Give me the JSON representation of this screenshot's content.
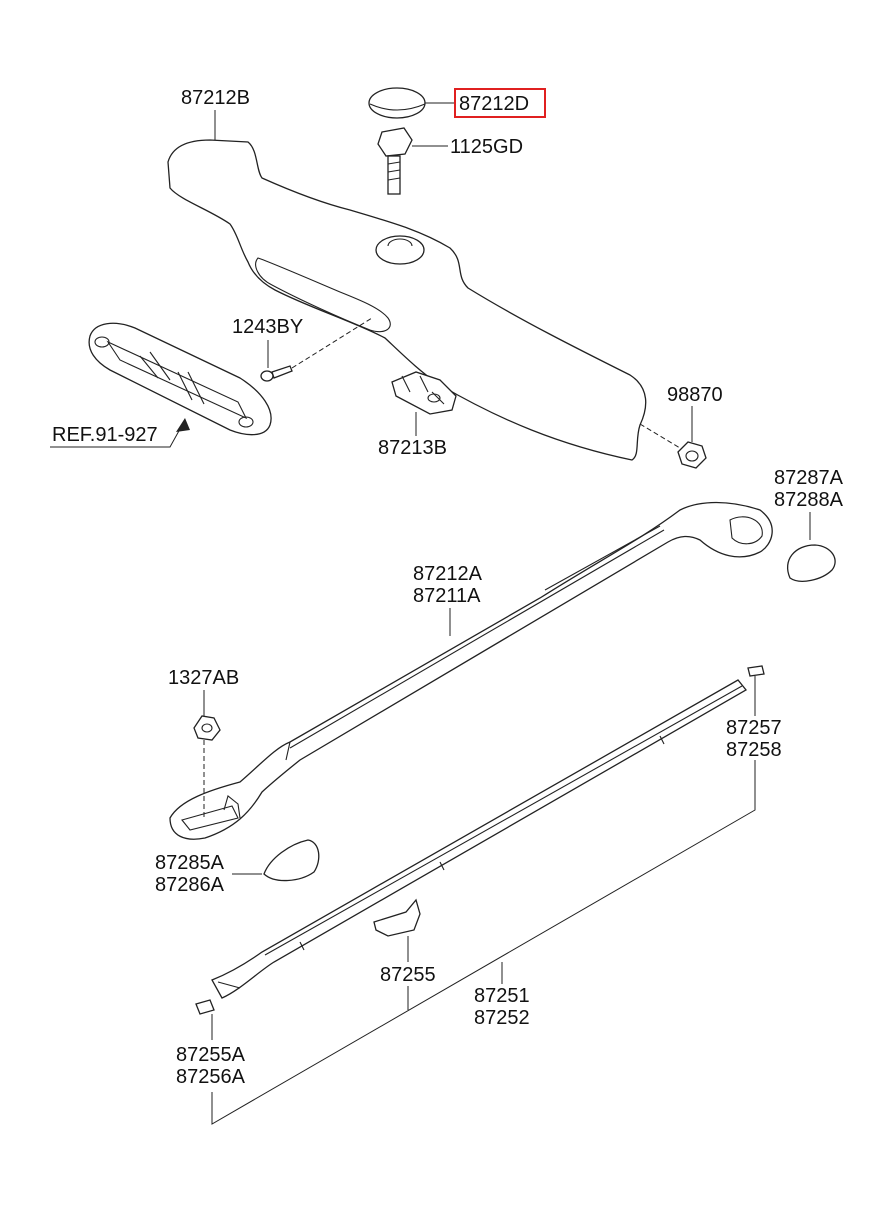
{
  "labels": {
    "p87212B": "87212B",
    "p87212D": "87212D",
    "p1125GD": "1125GD",
    "p1243BY": "1243BY",
    "ref": "REF.91-927",
    "p87213B": "87213B",
    "p98870": "98870",
    "p87287A": "87287A",
    "p87288A": "87288A",
    "p87212A": "87212A",
    "p87211A": "87211A",
    "p1327AB": "1327AB",
    "p87257": "87257",
    "p87258": "87258",
    "p87285A": "87285A",
    "p87286A": "87286A",
    "p87255": "87255",
    "p87251": "87251",
    "p87252": "87252",
    "p87255A": "87255A",
    "p87256A": "87256A"
  },
  "highlight_color": "#e02020"
}
